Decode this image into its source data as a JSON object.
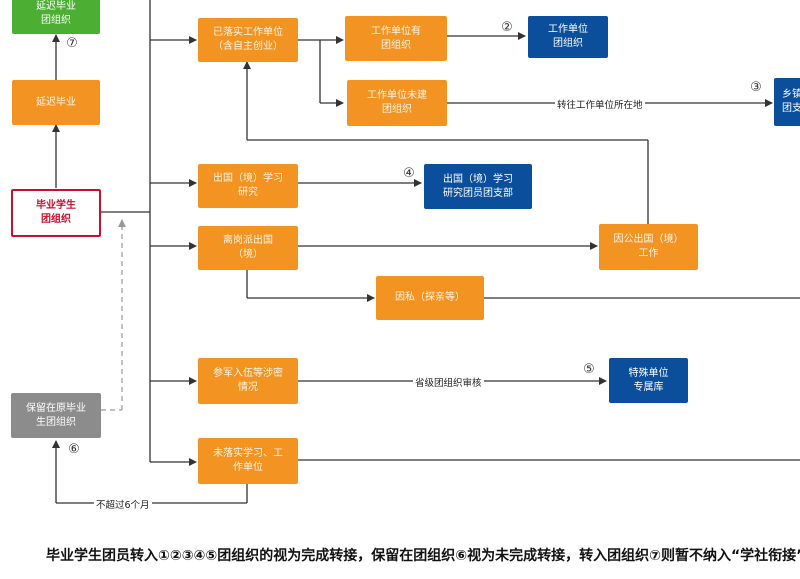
{
  "nodes": {
    "delay_org": "延迟毕业\n团组织",
    "delay": "延迟毕业",
    "graduate": "毕业学生\n团组织",
    "retain": "保留在原毕业\n生团组织",
    "employed": "已落实工作单位\n（含自主创业）",
    "unit_has": "工作单位有\n团组织",
    "unit_none": "工作单位未建\n团组织",
    "unit_org": "工作单位\n团组织",
    "township": "乡镇\n团支",
    "abroad_study": "出国（境）学习\n研究",
    "abroad_branch": "出国（境）学习\n研究团员团支部",
    "leave_abroad": "离岗派出国\n（境）",
    "public_abroad": "因公出国（境）\n工作",
    "private": "因私（探亲等）",
    "military": "参军入伍等涉密\n情况",
    "special": "特殊单位\n专属库",
    "undecided": "未落实学习、工\n作单位"
  },
  "numbers": [
    "⑦",
    "②",
    "③",
    "④",
    "⑤",
    "⑥"
  ],
  "edge_labels": {
    "to_workplace": "转往工作单位所在地",
    "provincial": "省级团组织审核",
    "six_months": "不超过6个月"
  },
  "footer": "毕业学生团员转入①②③④⑤团组织的视为完成转接，保留在团组织⑥视为未完成转接，转入团组织⑦则暂不纳入“学社衔接”"
}
